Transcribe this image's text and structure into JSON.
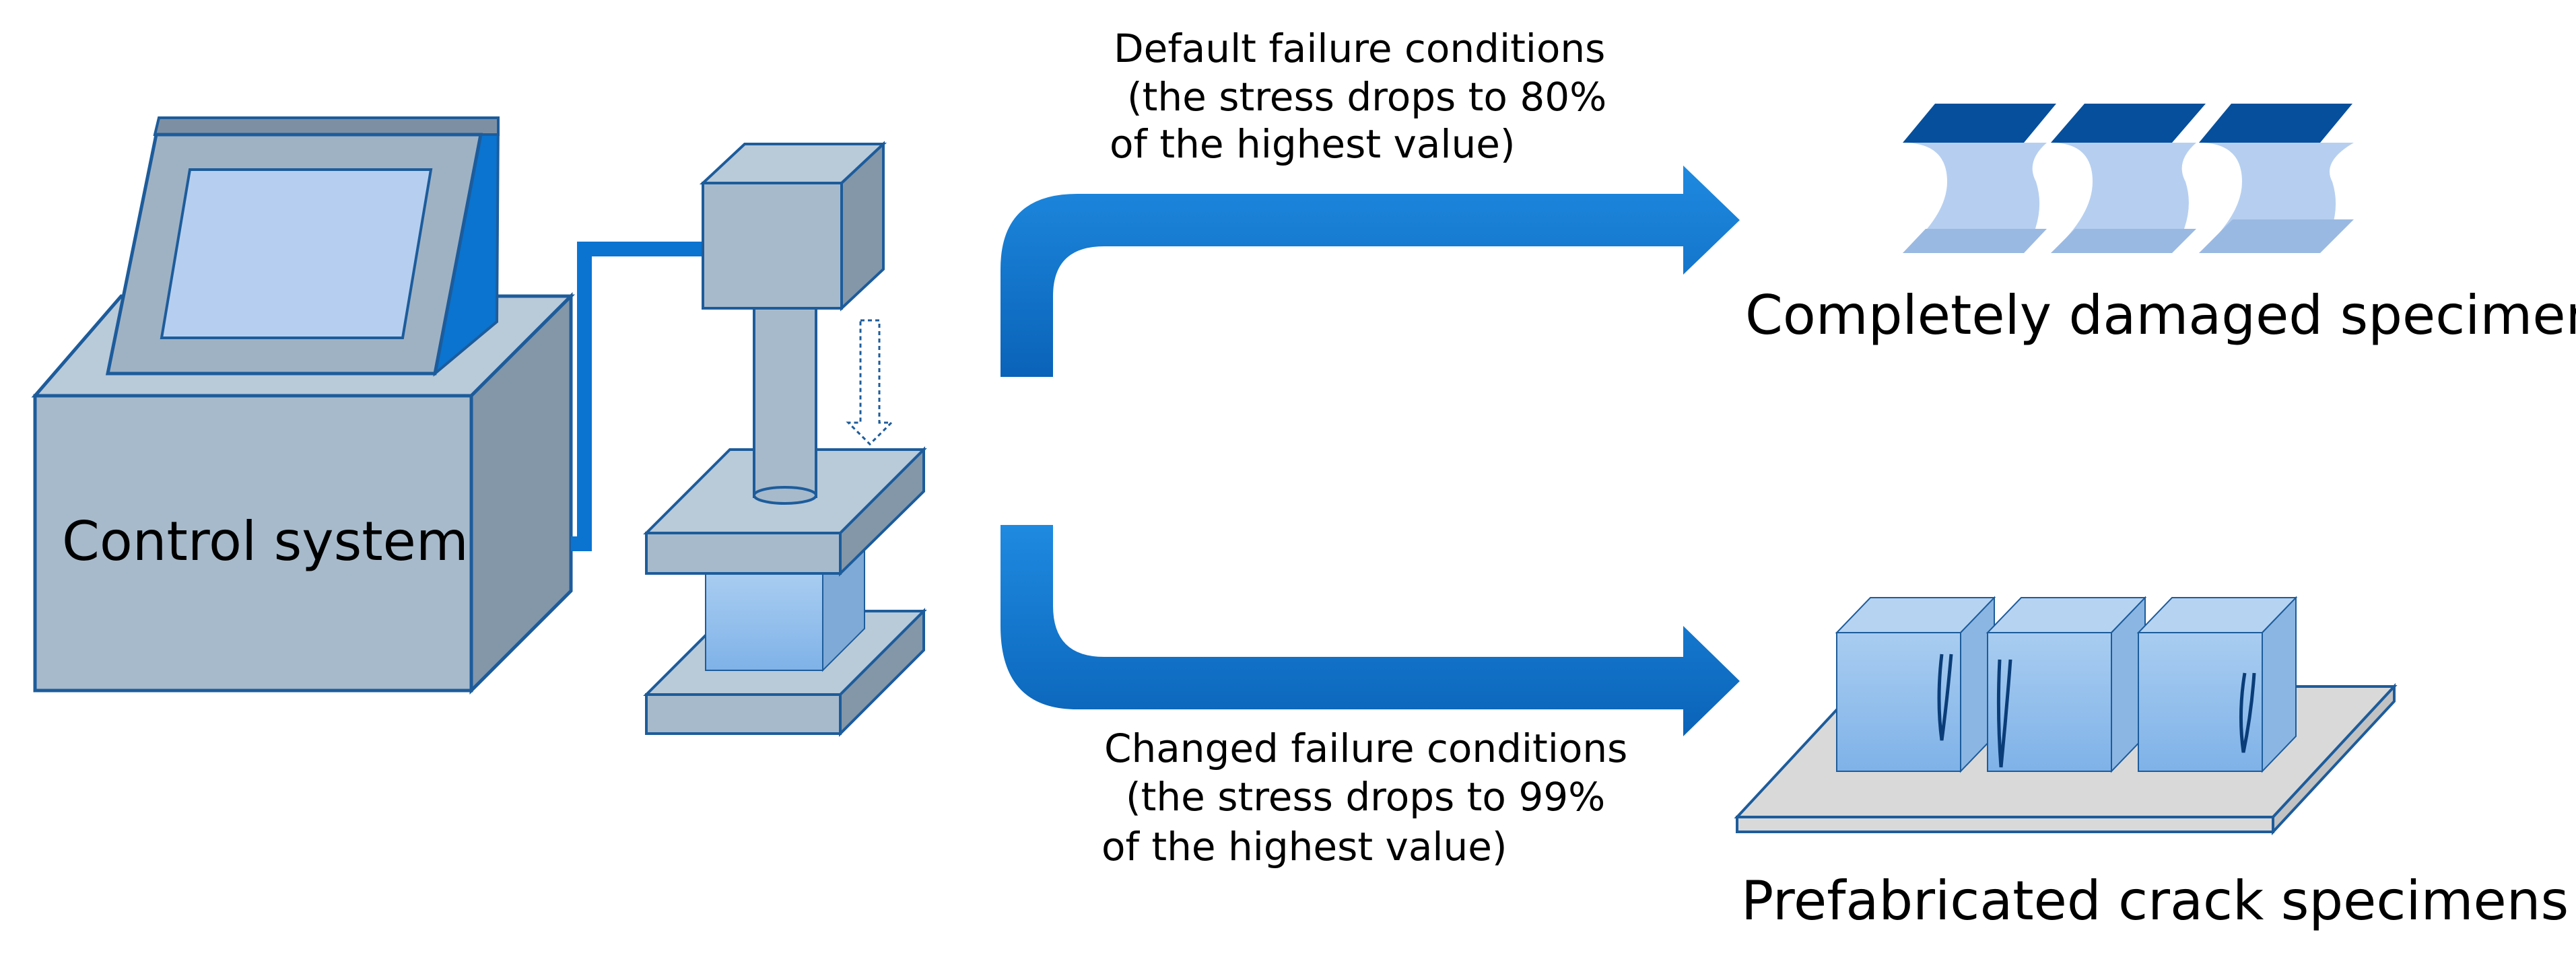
{
  "control_system": {
    "label": "Control system"
  },
  "top_path": {
    "line1": "Default failure conditions",
    "line2": "(the stress drops to 80%",
    "line3": "of the highest value)",
    "result": "Completely damaged specimens"
  },
  "bottom_path": {
    "line1": "Changed failure conditions",
    "line2": "(the stress drops to 99%",
    "line3": "of the highest value)",
    "result": "Prefabricated crack specimens"
  },
  "colors": {
    "arrow_blue": "#0a74d0",
    "cable_blue": "#0a74d0",
    "machine_gray_front": "#a7bacb",
    "machine_gray_side": "#8397a9",
    "screen_blue": "#b6cff0",
    "specimen_blue": "#9fc6ee",
    "specimen_dark": "#064f9c",
    "tray_gray": "#d9d9d9"
  }
}
